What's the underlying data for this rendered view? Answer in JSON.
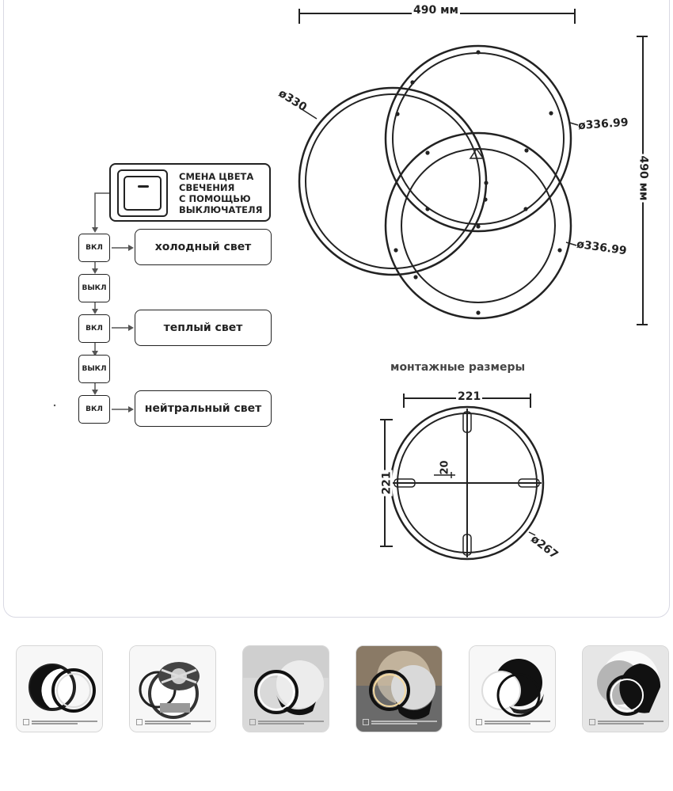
{
  "top_diagram": {
    "width_label": "490 мм",
    "height_label": "490 мм",
    "ring_left_diameter": "ø330",
    "ring_top_diameter": "ø336.99",
    "ring_bottom_diameter": "ø336.99"
  },
  "switch_panel": {
    "label": "СМЕНА ЦВЕТА\nСВЕЧЕНИЯ\nС ПОМОЩЬЮ\nВЫКЛЮЧАТЕЛЯ"
  },
  "steps": [
    {
      "label": "ВКЛ",
      "result": "холодный свет"
    },
    {
      "label": "ВЫКЛ",
      "result": ""
    },
    {
      "label": "ВКЛ",
      "result": "теплый свет"
    },
    {
      "label": "ВЫКЛ",
      "result": ""
    },
    {
      "label": "ВКЛ",
      "result": "нейтральный свет"
    }
  ],
  "mounting": {
    "title": "монтажные размеры",
    "width": "221",
    "height": "221",
    "bar": "20",
    "diameter": "ø267"
  },
  "colors": {
    "line": "#222222",
    "border": "#d9d9e3"
  },
  "thumbnails": [
    {
      "name": "thumb-1",
      "variant": "light"
    },
    {
      "name": "thumb-2",
      "variant": "light"
    },
    {
      "name": "thumb-3",
      "variant": "light"
    },
    {
      "name": "thumb-4",
      "variant": "dark"
    },
    {
      "name": "thumb-5",
      "variant": "light"
    },
    {
      "name": "thumb-6",
      "variant": "light"
    }
  ]
}
